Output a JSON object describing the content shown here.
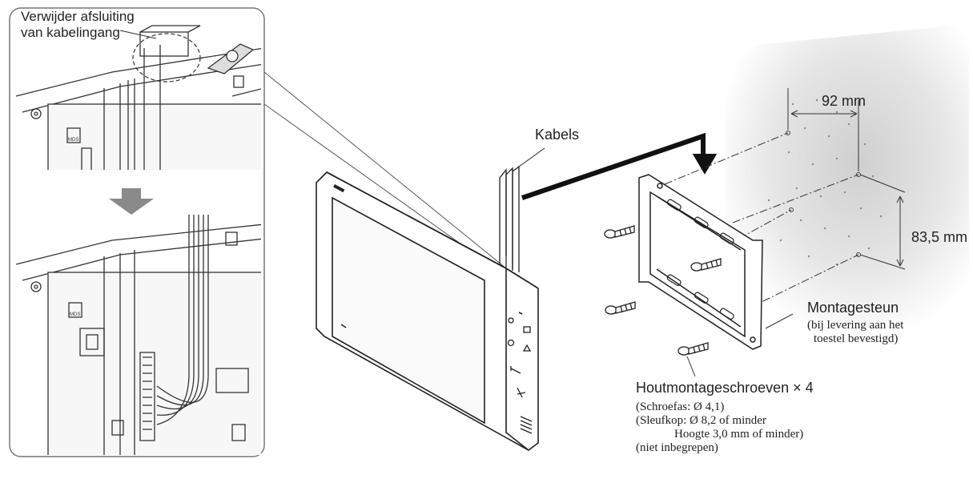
{
  "callout": {
    "line1": "Verwijder afsluiting",
    "line2": "van kabelingang"
  },
  "cables_label": "Kabels",
  "dimension_width": "92 mm",
  "dimension_height": "83,5 mm",
  "bracket": {
    "title": "Montagesteun",
    "note_line1": "(bij levering aan het",
    "note_line2": "toestel bevestigd)"
  },
  "screws": {
    "title": "Houtmontageschroeven × 4",
    "shaft": "(Schroefas: Ø 4,1)",
    "head_line1": "(Sleufkop: Ø 8,2 of minder",
    "head_line2": "Hoogte 3,0 mm of minder)",
    "not_included": "(niet inbegrepen)"
  },
  "inset_labels": {
    "top_icon_text": "MDS",
    "bottom_icon_text": "MDS"
  },
  "colors": {
    "line": "#222222",
    "wall_shade": "#d9d9d9",
    "arrow_fill": "#8a8a8a"
  }
}
